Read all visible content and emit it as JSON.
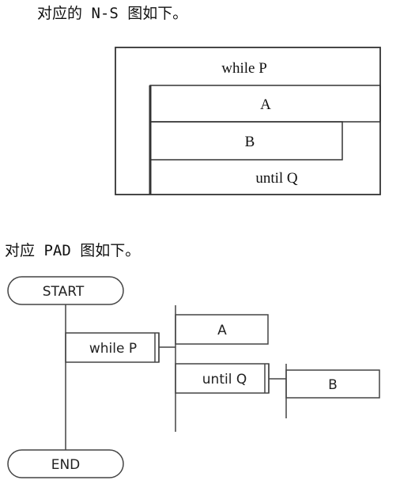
{
  "captions": {
    "ns_heading": "对应的 N-S 图如下。",
    "pad_heading": "对应 PAD 图如下。"
  },
  "ns_chart": {
    "outer_loop": "while P",
    "inner_loop_steps": [
      "A",
      "B"
    ],
    "inner_loop_condition": "until Q"
  },
  "pad_chart": {
    "start": "START",
    "end": "END",
    "outer_loop": "while P",
    "first_step": "A",
    "inner_loop": "until Q",
    "inner_body": "B"
  }
}
